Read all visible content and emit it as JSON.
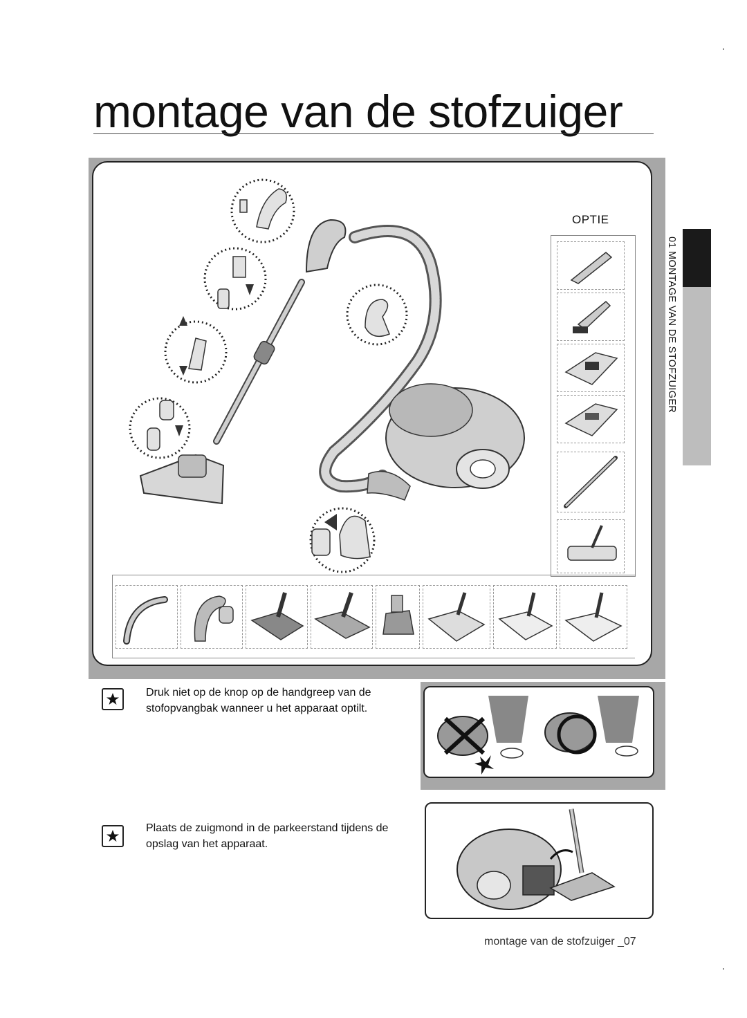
{
  "page": {
    "title": "montage van de stofzuiger",
    "footer": "montage van de stofzuiger _07"
  },
  "side_tab": {
    "label": "01  MONTAGE VAN DE STOFZUIGER"
  },
  "diagram": {
    "optie_label": "OPTIE"
  },
  "notes": [
    {
      "icon": "star-note-icon",
      "text_lines": [
        "Druk niet op de knop op de handgreep van de",
        "stofopvangbak wanneer u het apparaat optilt."
      ]
    },
    {
      "icon": "star-note-icon",
      "text_lines": [
        "Plaats de zuigmond in de parkeerstand tijdens de",
        "opslag van het apparaat."
      ]
    }
  ],
  "colors": {
    "frame_gray": "#a7a7a7",
    "tab_dark": "#1a1a1a",
    "tab_gray": "#bdbdbd"
  }
}
